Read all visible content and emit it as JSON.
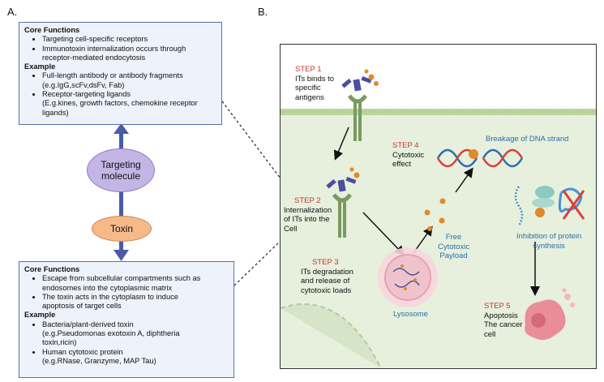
{
  "panel_a": {
    "label": "A.",
    "top_box": {
      "core_heading": "Core Functions",
      "core_items": [
        "Targeting cell-specific receptors",
        "Immunotoxin internalization occurs through",
        "receptor-mediated endocytosis"
      ],
      "example_heading": "Example",
      "example_items": [
        "Full-length antibody or antibody fragments",
        "(e.g.IgG,scFv,dsFv, Fab)",
        "Receptor-targeting ligands",
        "(E.g.kines, growth factors, chemokine receptor",
        "ligands)"
      ]
    },
    "targeting_molecule": "Targeting molecule",
    "toxin": "Toxin",
    "bottom_box": {
      "core_heading": "Core Functions",
      "core_items": [
        "Escape from subcellular compartments such as",
        "endosomes into the cytoplasmic matrix",
        "The toxin acts in the cytoplasm to induce",
        "apoptosis of target cells"
      ],
      "example_heading": "Example",
      "example_items": [
        "Bacteria/plant-derived toxin",
        "(e.g.Pseudomonas exotoxin A, diphtheria",
        "toxin,ricin)",
        "Human cytotoxic protein",
        "(e.g.RNase, Granzyme, MAP Tau)"
      ]
    }
  },
  "panel_b": {
    "label": "B.",
    "step1": {
      "title": "STEP 1",
      "lines": [
        "ITs binds to",
        "specific",
        "antigens"
      ]
    },
    "step2": {
      "title": "STEP 2",
      "lines": [
        "Internalization",
        "of ITs into the",
        "Cell"
      ]
    },
    "step3": {
      "title": "STEP 3",
      "lines": [
        "ITs degradation",
        "and release of",
        "cytotoxic loads"
      ]
    },
    "step4": {
      "title": "STEP 4",
      "lines": [
        "Cytotoxic",
        "effect"
      ]
    },
    "step5": {
      "title": "STEP 5",
      "lines": [
        "Apoptosis",
        "The cancer",
        "cell"
      ]
    },
    "dna_label": "Breakage of DNA strand",
    "payload_label": [
      "Free",
      "Cytotoxic",
      "Payload"
    ],
    "lysosome_label": "Lysosome",
    "protein_label": [
      "Inhibition of protein",
      "synthesis"
    ],
    "colors": {
      "step": "#c0392b",
      "annotation": "#2e6db0",
      "cell": "#e6f0dc",
      "membrane": "#b9d6a0"
    }
  }
}
